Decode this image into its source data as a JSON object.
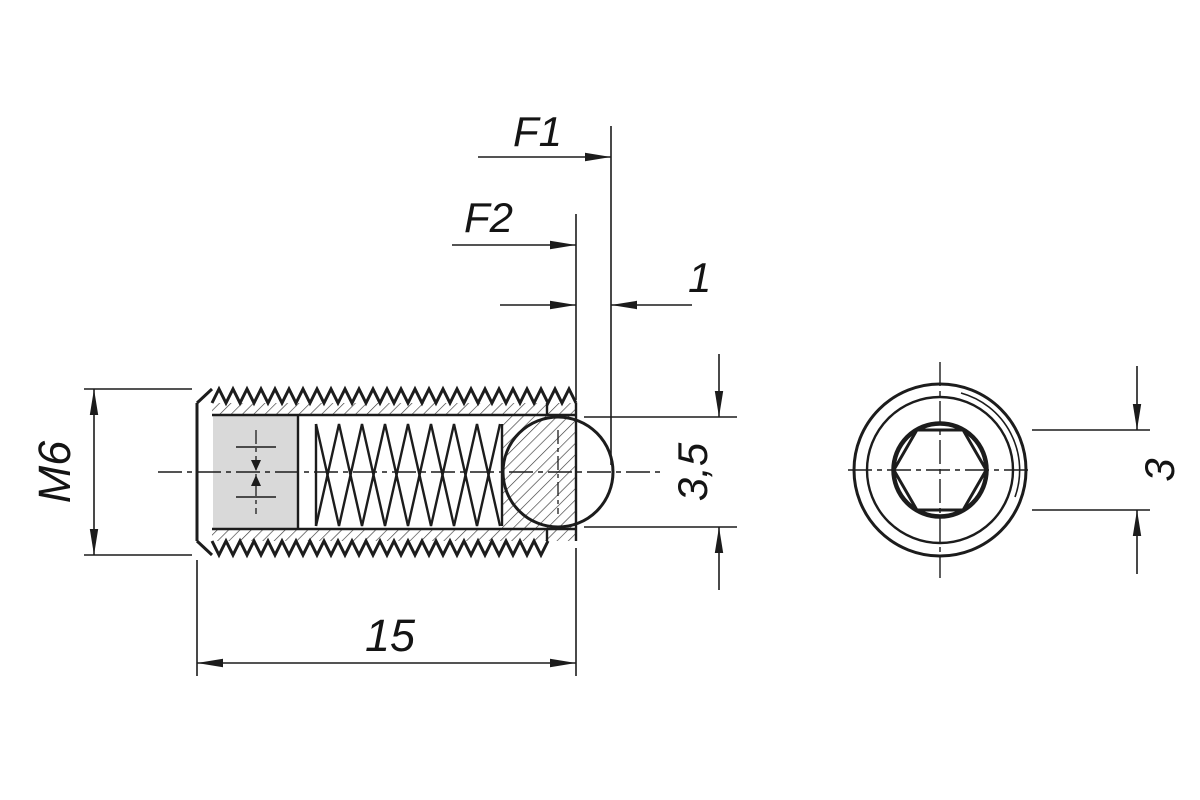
{
  "drawing": {
    "labels": {
      "f1": "F1",
      "f2": "F2",
      "travel": "1",
      "thread": "M6",
      "ball_diameter": "3,5",
      "body_length": "15",
      "hex_socket": "3"
    },
    "colors": {
      "line": "#1c1c1c",
      "background": "#ffffff",
      "section_fill": "#d9d9d9"
    }
  }
}
